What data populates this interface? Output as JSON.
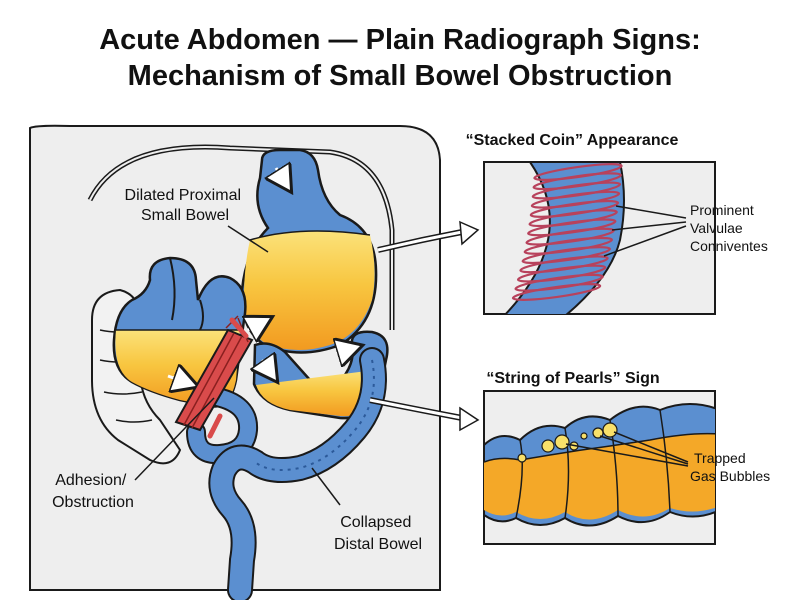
{
  "title": {
    "line1": "Acute Abdomen — Plain Radiograph Signs:",
    "line2": "Mechanism of Small Bowel Obstruction"
  },
  "labels": {
    "dilated": [
      "Dilated Proximal",
      "Small Bowel"
    ],
    "adhesion": [
      "Adhesion/",
      "Obstruction"
    ],
    "collapsed": [
      "Collapsed",
      "Distal Bowel"
    ]
  },
  "panels": {
    "stacked_coin": {
      "heading": "“Stacked Coin” Appearance",
      "callout": [
        "Prominent",
        "Valvulae",
        "Conniventes"
      ]
    },
    "string_of_pearls": {
      "heading": "“String of Pearls” Sign",
      "callout": [
        "Trapped",
        "Gas Bubbles"
      ]
    }
  },
  "colors": {
    "bowel_blue": "#5b8fd0",
    "fluid_orange": "#f4a828",
    "fluid_yellow": "#f8d450",
    "adhesion_red": "#d94b4b",
    "body_fill": "#eeeeee",
    "outline": "#1a1a1a"
  }
}
